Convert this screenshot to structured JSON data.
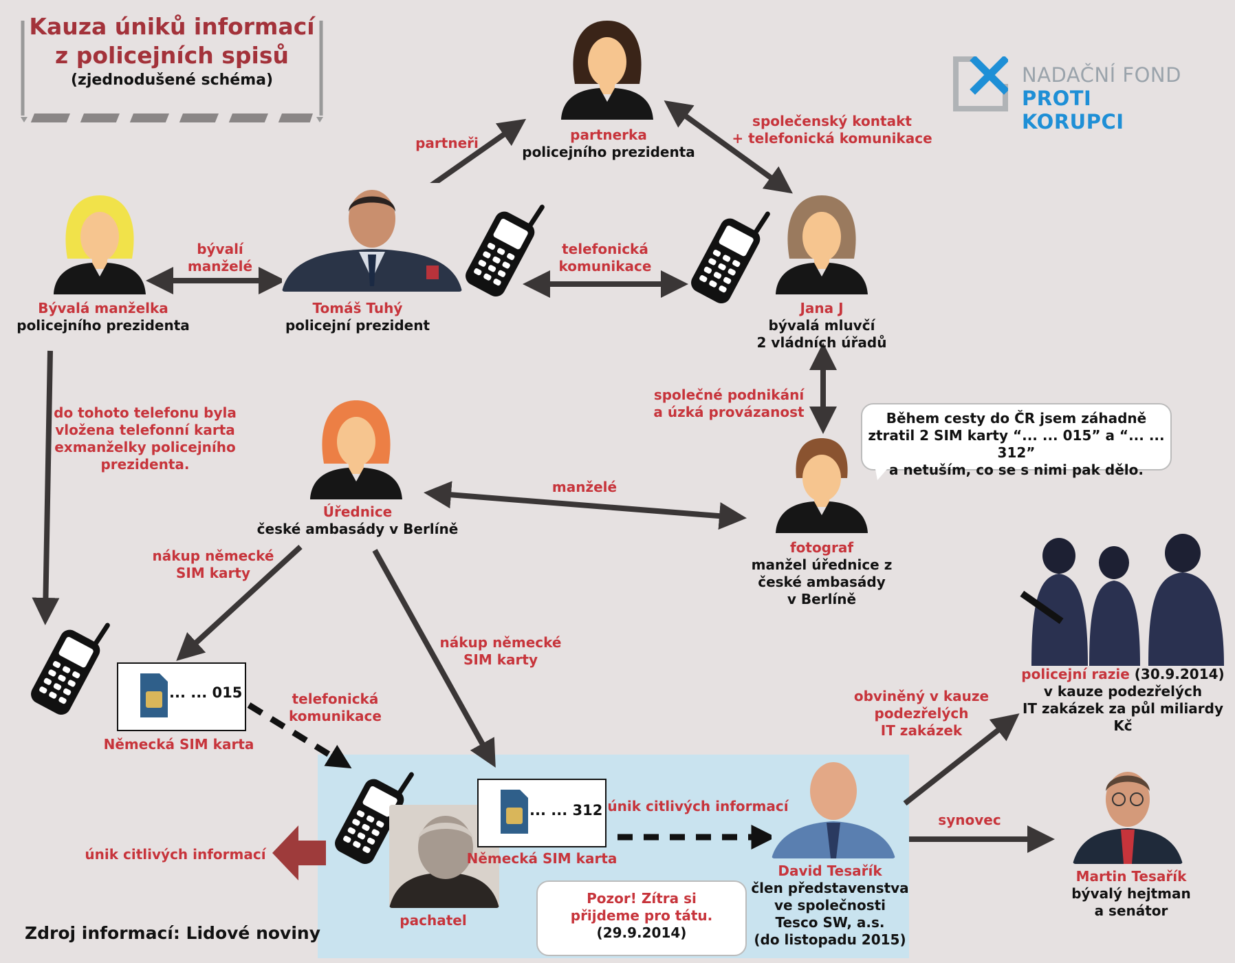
{
  "title": {
    "line1": "Kauza úniků informací",
    "line2": "z policejních spisů",
    "subtitle": "(zjednodušené schéma)"
  },
  "logo": {
    "line1": "NADAČNÍ FOND",
    "line2": "PROTI KORUPCI"
  },
  "people": {
    "partner": {
      "role_red": "partnerka",
      "role_black": "policejního prezidenta"
    },
    "ex_wife": {
      "role_red": "Bývalá manželka",
      "role_black": "policejního prezidenta"
    },
    "president": {
      "name": "Tomáš Tuhý",
      "role_black": "policejní prezident"
    },
    "jana": {
      "name": "Jana J",
      "line2": "bývalá mluvčí",
      "line3": "2 vládních úřadů"
    },
    "clerk": {
      "role_red": "Úřednice",
      "role_black": "české ambasády v Berlíně"
    },
    "photographer": {
      "role_red": "fotograf",
      "line2": "manžel úřednice z",
      "line3": "české ambasády",
      "line4": "v Berlíně"
    },
    "perpetrator": {
      "label": "pachatel"
    },
    "david": {
      "name": "David Tesařík",
      "line2": "člen představenstva",
      "line3": "ve společnosti",
      "line4": "Tesco SW, a.s.",
      "line5": "(do listopadu 2015)"
    },
    "martin": {
      "name": "Martin Tesařík",
      "line2": "bývalý hejtman",
      "line3": "a senátor"
    },
    "raid": {
      "label_red": "policejní razie",
      "date": " (30.9.2014)",
      "line2": "v kauze podezřelých",
      "line3": "IT zakázek za půl miliardy Kč"
    }
  },
  "relations": {
    "partners": "partneři",
    "social_contact_1": "společenský kontakt",
    "social_contact_2": "+ telefonická komunikace",
    "ex_spouses_1": "bývalí",
    "ex_spouses_2": "manželé",
    "phone_comm_1": "telefonická",
    "phone_comm_2": "komunikace",
    "business_1": "společné podnikání",
    "business_2": "a úzká provázanost",
    "spouses": "manželé",
    "phone_card_1": "do tohoto telefonu byla",
    "phone_card_2": "vložena telefonní karta",
    "phone_card_3": "exmanželky policejního",
    "phone_card_4": "prezidenta.",
    "sim_buy_left_1": "nákup německé",
    "sim_buy_left_2": "SIM karty",
    "sim_buy_right_1": "nákup německé",
    "sim_buy_right_2": "SIM karty",
    "phone_comm2_1": "telefonická",
    "phone_comm2_2": "komunikace",
    "leak_right": "únik citlivých informací",
    "leak_left": "únik citlivých informací",
    "accused_1": "obviněný v kauze",
    "accused_2": "podezřelých",
    "accused_3": "IT zakázek",
    "nephew": "synovec"
  },
  "sim_cards": {
    "card1": {
      "number": "... ... 015",
      "label": "Německá SIM karta"
    },
    "card2": {
      "number": "... ... 312",
      "label": "Německá SIM karta"
    }
  },
  "quotes": {
    "photographer_1": "Během cesty do ČR jsem záhadně",
    "photographer_2": "ztratil 2 SIM karty “... ... 015” a “... ... 312”",
    "photographer_3": "a netuším, co se s nimi pak dělo.",
    "perpetrator_1": "Pozor! Zítra si",
    "perpetrator_2": "přijdeme pro tátu.",
    "perpetrator_3": "(29.9.2014)"
  },
  "source": "Zdroj informací: Lidové noviny",
  "colors": {
    "accent_red": "#c7343b",
    "title_red": "#a3323a",
    "arrow": "#3a3636",
    "highlight_panel": "#c9e3ef",
    "logo_blue": "#1e8fd6"
  }
}
